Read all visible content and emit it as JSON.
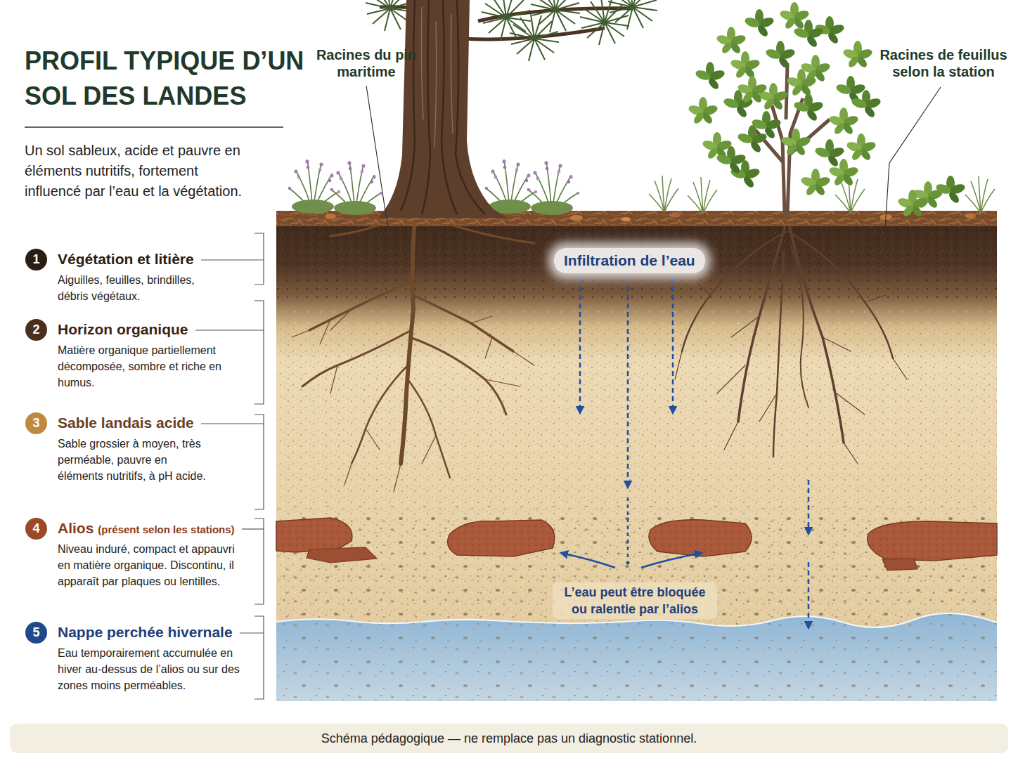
{
  "diagram": {
    "title": "PROFIL TYPIQUE D’UN SOL DES LANDES",
    "caption": "Schéma pédagogique — ne remplace pas un diagnostic stationnel.",
    "nodes": [
      {
        "text": [
          "1",
          "Végétation et litière",
          "Aiguilles, feuilles, brindilles, débris végétaux."
        ]
      },
      {
        "text": [
          "2",
          "Horizon organique",
          "Matière organique partiellement décomposée, sombre et riche en humus."
        ]
      },
      {
        "text": [
          "3",
          "Sable landais acide",
          "Sable grossier à moyen, très perméable, pauvre en éléments nutritifs, à pH acide."
        ]
      },
      {
        "text": [
          "4",
          "Alios",
          "(présent selon les stations)",
          "Niveau induré, compact et appauvri en matière organique. Discontinu, il apparaît par plaques ou lentilles."
        ]
      },
      {
        "text": [
          "5",
          "Nappe perchée hivernale",
          "Eau temporairement accumulée en hiver au-dessus de l’alios ou sur des zones moins perméables."
        ]
      },
      {
        "text": [
          "Infiltration de l’eau"
        ]
      }
    ],
    "labels": [
      "Un sol sableux, acide et pauvre en éléments nutritifs, fortement influencé par l’eau et la végétation.",
      "Racines du pin maritime",
      "Racines de feuillus selon la station",
      "L’eau peut être bloquée ou ralentie par l’alios"
    ]
  }
}
